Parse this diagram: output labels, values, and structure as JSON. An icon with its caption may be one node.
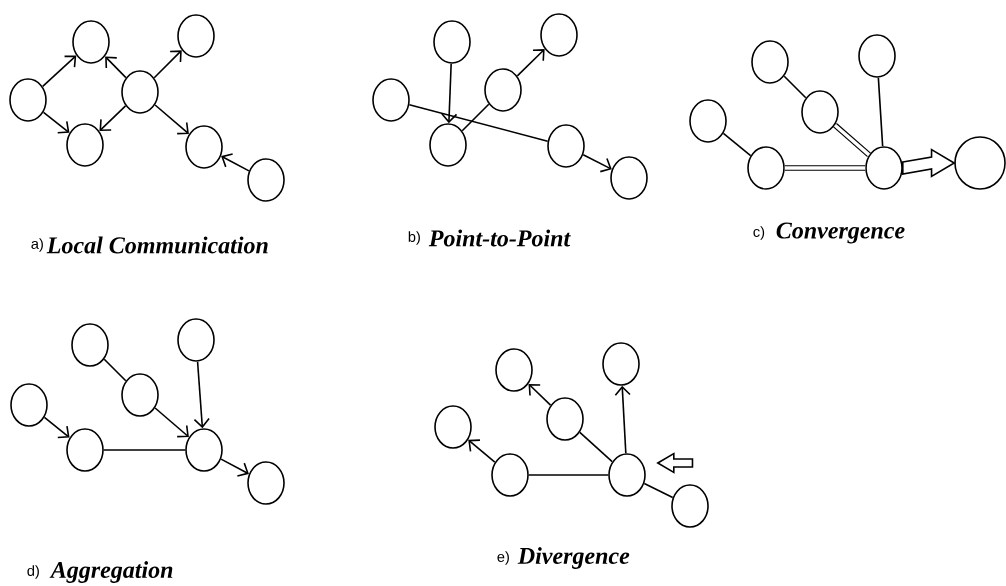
{
  "diagram": {
    "nodes": [
      {
        "text": [],
        "shape": "circle"
      },
      {
        "text": [],
        "shape": "circle"
      },
      {
        "text": [],
        "shape": "circle"
      },
      {
        "text": [],
        "shape": "circle"
      },
      {
        "text": [],
        "shape": "circle"
      },
      {
        "text": [],
        "shape": "circle"
      },
      {
        "text": [],
        "shape": "circle"
      },
      {
        "text": [],
        "shape": "circle"
      },
      {
        "text": [],
        "shape": "circle"
      },
      {
        "text": [],
        "shape": "circle"
      },
      {
        "text": [],
        "shape": "circle"
      },
      {
        "text": [],
        "shape": "circle"
      },
      {
        "text": [],
        "shape": "circle"
      },
      {
        "text": [],
        "shape": "circle"
      },
      {
        "text": [],
        "shape": "circle"
      },
      {
        "text": [],
        "shape": "circle"
      },
      {
        "text": [],
        "shape": "circle"
      },
      {
        "text": [],
        "shape": "circle"
      },
      {
        "text": [],
        "shape": "circle"
      },
      {
        "text": [],
        "shape": "circle"
      },
      {
        "text": [],
        "shape": "circle"
      },
      {
        "text": [],
        "shape": "circle"
      },
      {
        "text": [],
        "shape": "circle"
      },
      {
        "text": [],
        "shape": "circle"
      },
      {
        "text": [],
        "shape": "circle"
      },
      {
        "text": [],
        "shape": "circle"
      },
      {
        "text": [],
        "shape": "circle"
      },
      {
        "text": [],
        "shape": "circle"
      },
      {
        "text": [],
        "shape": "circle"
      },
      {
        "text": [],
        "shape": "circle"
      },
      {
        "text": [],
        "shape": "circle"
      },
      {
        "text": [],
        "shape": "circle"
      },
      {
        "text": [],
        "shape": "circle"
      },
      {
        "text": [],
        "shape": "circle"
      },
      {
        "text": [],
        "shape": "circle"
      }
    ],
    "edges": [
      {
        "from": 0,
        "to": 1,
        "arrow": "to"
      },
      {
        "from": 0,
        "to": 2,
        "arrow": "to"
      },
      {
        "from": 3,
        "to": 1,
        "arrow": "to"
      },
      {
        "from": 3,
        "to": 2,
        "arrow": "to"
      },
      {
        "from": 3,
        "to": 4,
        "arrow": "to"
      },
      {
        "from": 3,
        "to": 5,
        "arrow": "to"
      },
      {
        "from": 6,
        "to": 5,
        "arrow": "to"
      },
      {
        "from": 7,
        "to": 9,
        "arrow": "to"
      },
      {
        "from": 8,
        "to": 12,
        "arrow": "none"
      },
      {
        "from": 12,
        "to": 13,
        "arrow": "to"
      },
      {
        "from": 9,
        "to": 10,
        "arrow": "none"
      },
      {
        "from": 10,
        "to": 11,
        "arrow": "to"
      },
      {
        "from": 16,
        "to": 18,
        "arrow": "none"
      },
      {
        "from": 18,
        "to": 19,
        "arrow": "none",
        "style": "thick"
      },
      {
        "from": 14,
        "to": 17,
        "arrow": "none"
      },
      {
        "from": 17,
        "to": 19,
        "arrow": "none",
        "style": "thick"
      },
      {
        "from": 15,
        "to": 19,
        "arrow": "none"
      },
      {
        "from": 19,
        "to": 20,
        "arrow": "to",
        "style": "thick"
      },
      {
        "from": 21,
        "to": 24,
        "arrow": "none"
      },
      {
        "from": 24,
        "to": 26,
        "arrow": "to"
      },
      {
        "from": 22,
        "to": 26,
        "arrow": "to"
      },
      {
        "from": 23,
        "to": 25,
        "arrow": "to"
      },
      {
        "from": 25,
        "to": 26,
        "arrow": "none"
      },
      {
        "from": 26,
        "to": 27,
        "arrow": "to"
      },
      {
        "from": 33,
        "to": 31,
        "arrow": "none"
      },
      {
        "from": 31,
        "to": 28,
        "arrow": "to"
      },
      {
        "from": 33,
        "to": 29,
        "arrow": "to"
      },
      {
        "from": 32,
        "to": 30,
        "arrow": "to"
      },
      {
        "from": 32,
        "to": 33,
        "arrow": "none"
      },
      {
        "from": 34,
        "to": 33,
        "arrow": "none"
      },
      {
        "from": null,
        "to": 33,
        "arrow": "to",
        "style": "thick"
      }
    ],
    "labels": [
      "a)",
      "Local Communication",
      "b)",
      "Point-to-Point",
      "c)",
      "Convergence",
      "d)",
      "Aggregation",
      "e)",
      "Divergence"
    ]
  }
}
